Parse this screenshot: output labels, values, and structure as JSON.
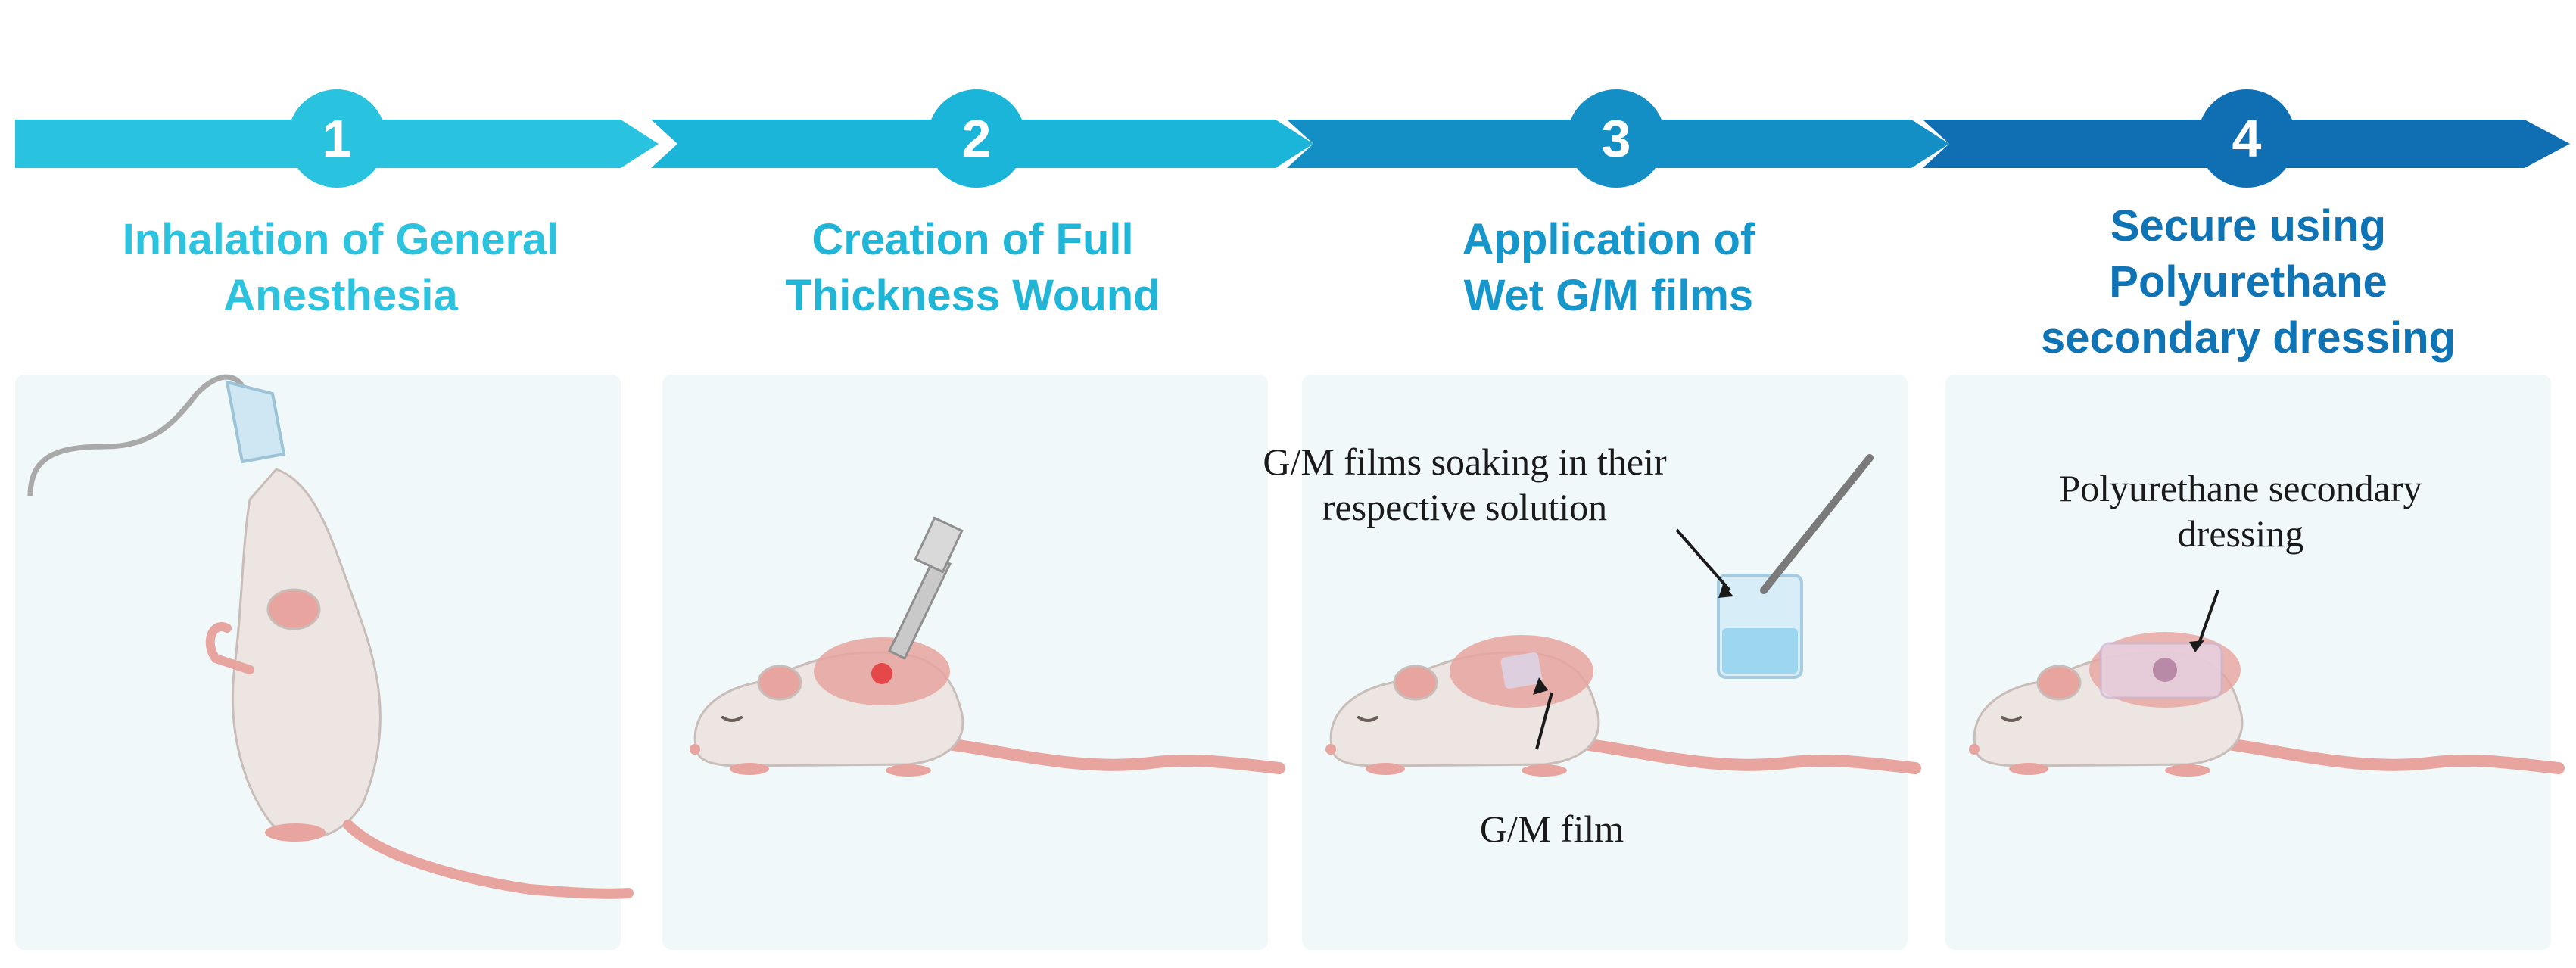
{
  "colors": {
    "arrow_1": "#29c3e0",
    "arrow_2": "#1ab5d8",
    "arrow_3": "#138fc6",
    "arrow_4": "#0f6fb2",
    "title_1": "#2cc3de",
    "title_2": "#1fb6d8",
    "title_3": "#1697cc",
    "title_4": "#0e74b6",
    "panel_bg": "#f1f8f9",
    "rat_body": "#ece5e2",
    "rat_pink": "#e8a49f",
    "wound_red": "#e54848"
  },
  "steps": [
    {
      "number": "1",
      "title": "Inhalation of General\nAnesthesia"
    },
    {
      "number": "2",
      "title": "Creation of Full\nThickness Wound"
    },
    {
      "number": "3",
      "title": "Application of\nWet G/M films"
    },
    {
      "number": "4",
      "title": "Secure using\nPolyurethane\nsecondary dressing"
    }
  ],
  "annotations": {
    "soaking": "G/M films soaking in their\nrespective solution",
    "film": "G/M film",
    "dressing": "Polyurethane secondary\ndressing"
  }
}
